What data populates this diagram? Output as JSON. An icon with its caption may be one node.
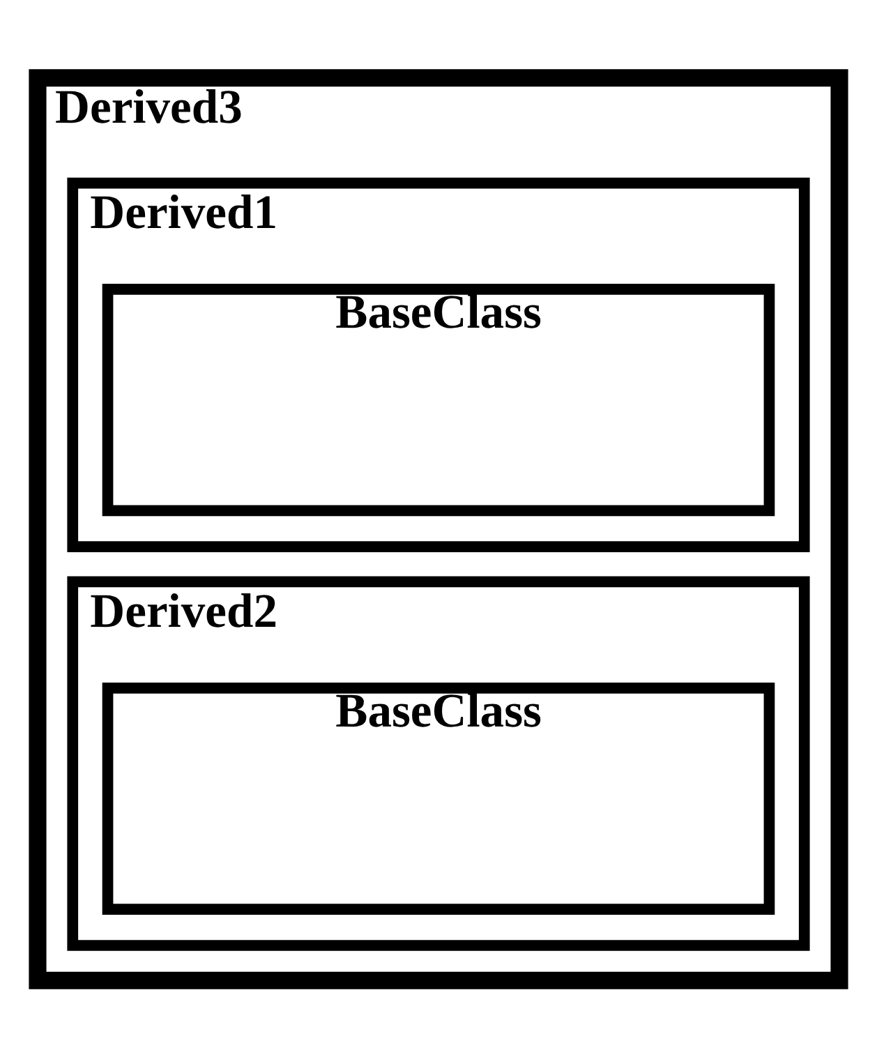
{
  "diagram": {
    "nodes": [
      {
        "text": [
          "Derived3"
        ]
      },
      {
        "text": [
          "Derived1"
        ],
        "in": 0
      },
      {
        "text": [
          "BaseClass"
        ],
        "in": 1
      },
      {
        "text": [
          "Derived2"
        ],
        "in": 0
      },
      {
        "text": [
          "BaseClass"
        ],
        "in": 3
      }
    ],
    "edges": []
  }
}
